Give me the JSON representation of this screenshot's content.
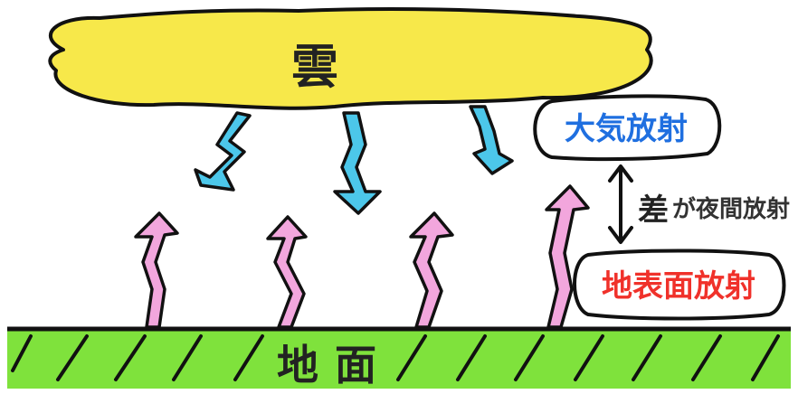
{
  "labels": {
    "cloud": "雲",
    "atmospheric_radiation": "大気放射",
    "difference": "差",
    "nocturnal_radiation": "が夜間放射",
    "surface_radiation": "地表面放射",
    "ground": "地面"
  },
  "colors": {
    "cloud_fill": "#f7e84a",
    "down_arrow": "#4cc7ea",
    "up_arrow": "#f2a6dd",
    "ground_fill": "#7fe23c",
    "atmospheric_text": "#1f6fe0",
    "surface_text": "#f0312a",
    "outline": "#111111"
  }
}
